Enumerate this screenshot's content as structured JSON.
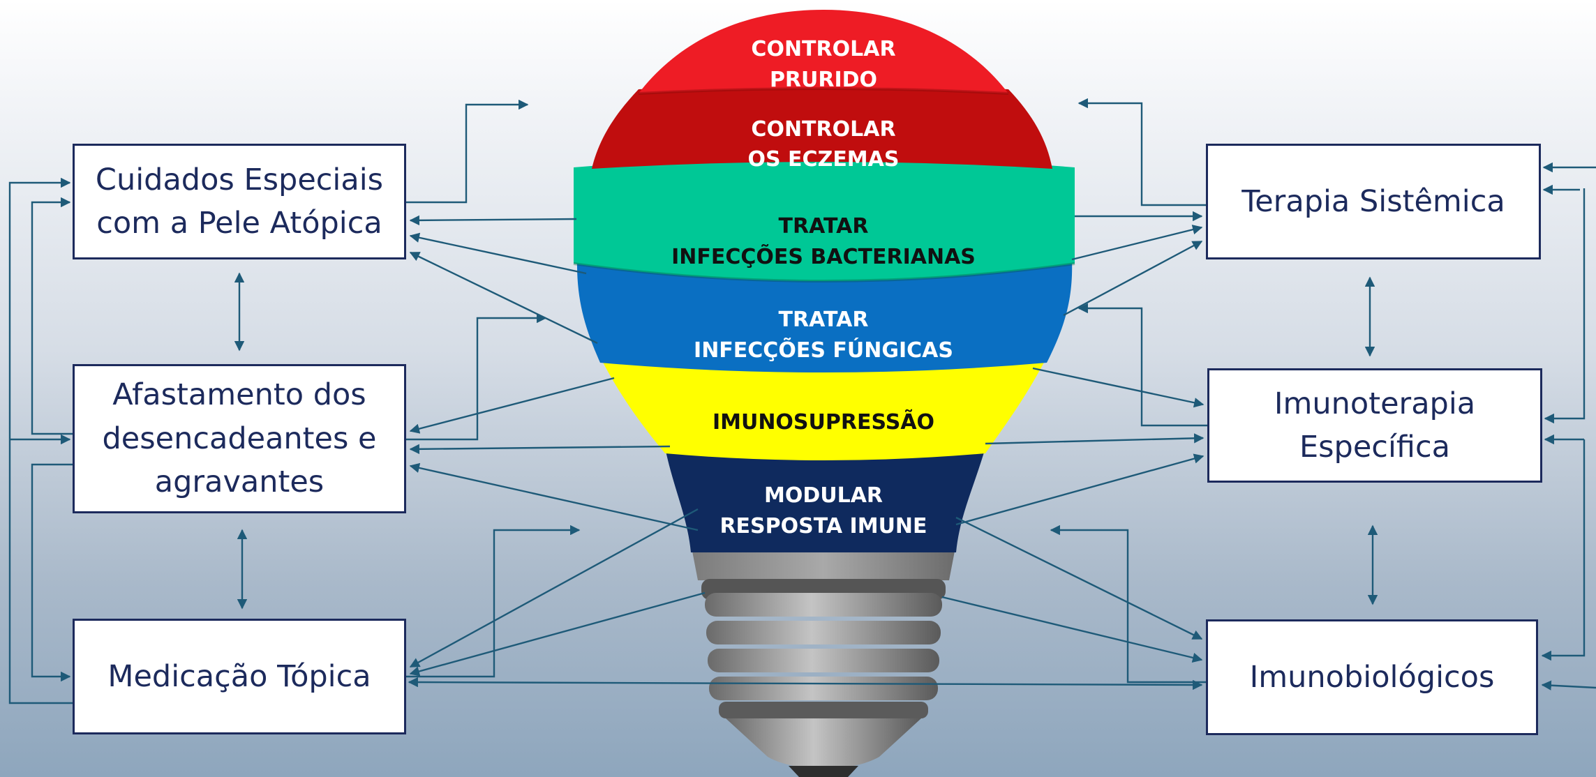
{
  "colors": {
    "red_top": "#ee1c25",
    "red_mid": "#c00d0e",
    "green": "#00c896",
    "blue": "#0a6fc2",
    "yellow": "#ffff00",
    "navy": "#0f2a5e",
    "box_border": "#1c2a5c",
    "connector": "#1e5a78"
  },
  "bulb": {
    "layers": [
      {
        "line1": "CONTROLAR",
        "line2": "PRURIDO"
      },
      {
        "line1": "CONTROLAR",
        "line2": "OS ECZEMAS"
      },
      {
        "line1": "TRATAR",
        "line2": "INFECÇÕES BACTERIANAS"
      },
      {
        "line1": "TRATAR",
        "line2": "INFECÇÕES FÚNGICAS"
      },
      {
        "line1": "IMUNOSUPRESSÃO"
      },
      {
        "line1": "MODULAR",
        "line2": "RESPOSTA IMUNE"
      }
    ]
  },
  "left_boxes": {
    "cuidados": "Cuidados Especiais\ncom a Pele Atópica",
    "afastamento": "Afastamento dos\ndesencadeantes e\nagravantes",
    "medicacao": "Medicação Tópica"
  },
  "right_boxes": {
    "terapia": "Terapia Sistêmica",
    "imunoterapia": "Imunoterapia\nEspecífica",
    "imunobiologicos": "Imunobiológicos"
  }
}
